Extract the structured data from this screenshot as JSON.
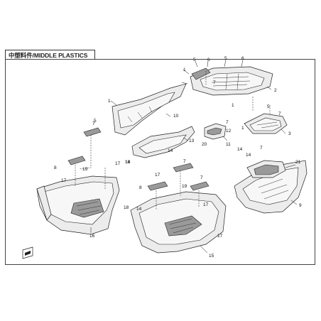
{
  "title": "中塑料件/MIDDLE PLASTICS",
  "callouts": [
    {
      "id": "c1a",
      "label": "1"
    },
    {
      "id": "c1b",
      "label": "1"
    },
    {
      "id": "c1c",
      "label": "1"
    },
    {
      "id": "c1d",
      "label": "1"
    },
    {
      "id": "c2",
      "label": "2"
    },
    {
      "id": "c3",
      "label": "3"
    },
    {
      "id": "c5a",
      "label": "5"
    },
    {
      "id": "c5b",
      "label": "5"
    },
    {
      "id": "c5c",
      "label": "5"
    },
    {
      "id": "c5d",
      "label": "5"
    },
    {
      "id": "c6a",
      "label": "6"
    },
    {
      "id": "c6b",
      "label": "6"
    },
    {
      "id": "c7a",
      "label": "7"
    },
    {
      "id": "c7b",
      "label": "7"
    },
    {
      "id": "c7c",
      "label": "7"
    },
    {
      "id": "c7d",
      "label": "7"
    },
    {
      "id": "c7e",
      "label": "7"
    },
    {
      "id": "c7f",
      "label": "7"
    },
    {
      "id": "c7g",
      "label": "7"
    },
    {
      "id": "c8a",
      "label": "8"
    },
    {
      "id": "c8b",
      "label": "8"
    },
    {
      "id": "c9",
      "label": "9"
    },
    {
      "id": "c10",
      "label": "10"
    },
    {
      "id": "c11",
      "label": "11"
    },
    {
      "id": "c12",
      "label": "12"
    },
    {
      "id": "c13",
      "label": "13"
    },
    {
      "id": "c14a",
      "label": "14"
    },
    {
      "id": "c14b",
      "label": "14"
    },
    {
      "id": "c14c",
      "label": "14"
    },
    {
      "id": "c14d",
      "label": "14"
    },
    {
      "id": "c14e",
      "label": "14"
    },
    {
      "id": "c15",
      "label": "15"
    },
    {
      "id": "c16",
      "label": "16"
    },
    {
      "id": "c17a",
      "label": "17"
    },
    {
      "id": "c17b",
      "label": "17"
    },
    {
      "id": "c17c",
      "label": "17"
    },
    {
      "id": "c17d",
      "label": "17"
    },
    {
      "id": "c17e",
      "label": "17"
    },
    {
      "id": "c18a",
      "label": "18"
    },
    {
      "id": "c18b",
      "label": "18"
    },
    {
      "id": "c19a",
      "label": "19"
    },
    {
      "id": "c19b",
      "label": "19"
    },
    {
      "id": "c20",
      "label": "20"
    },
    {
      "id": "c21",
      "label": "21"
    }
  ],
  "colors": {
    "line": "#222222",
    "fill": "#ececec",
    "shade": "#9a9a9a"
  },
  "icons": {
    "direction_badge": "front-arrow-icon"
  }
}
